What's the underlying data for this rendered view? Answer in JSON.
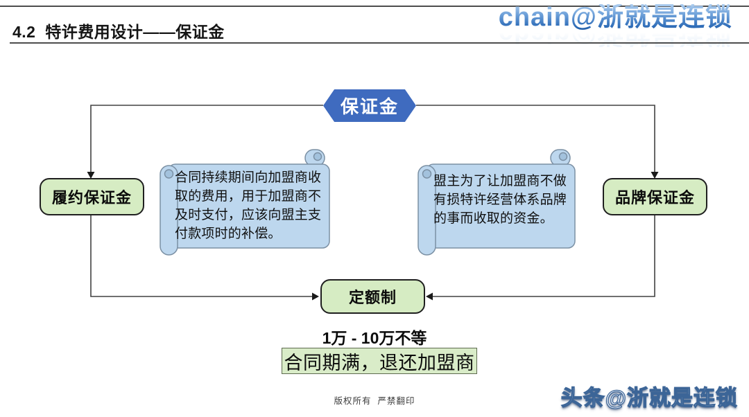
{
  "slide": {
    "title": "4.2  特许费用设计——保证金",
    "watermark_top": "chain@浙就是连锁",
    "watermark_bottom": "头条@浙就是连锁",
    "footer": "版权所有  严禁翻印"
  },
  "diagram": {
    "root_label": "保证金",
    "left_branch": {
      "label": "履约保证金",
      "note_lines": {
        "l1": "合同持续期间向加盟商收",
        "l2": "取的费用，用于加盟商不",
        "l3": "及时支付，应该向盟主支",
        "l4": "付款项时的补偿。"
      }
    },
    "right_branch": {
      "label": "品牌保证金",
      "note_lines": {
        "l1": "盟主为了让加盟商不做",
        "l2": "有损特许经营体系品牌",
        "l3": "的事而收取的资金。"
      }
    },
    "merge": {
      "label": "定额制",
      "range": "1万 - 10万不等",
      "highlight": "合同期满，退还加盟商"
    },
    "colors": {
      "root_blue": "#3f6bbf",
      "node_green": "#d6ecc3",
      "scroll_blue": "#bdd7ee",
      "highlight_green": "#d9ecc8",
      "connector": "#404040"
    }
  }
}
